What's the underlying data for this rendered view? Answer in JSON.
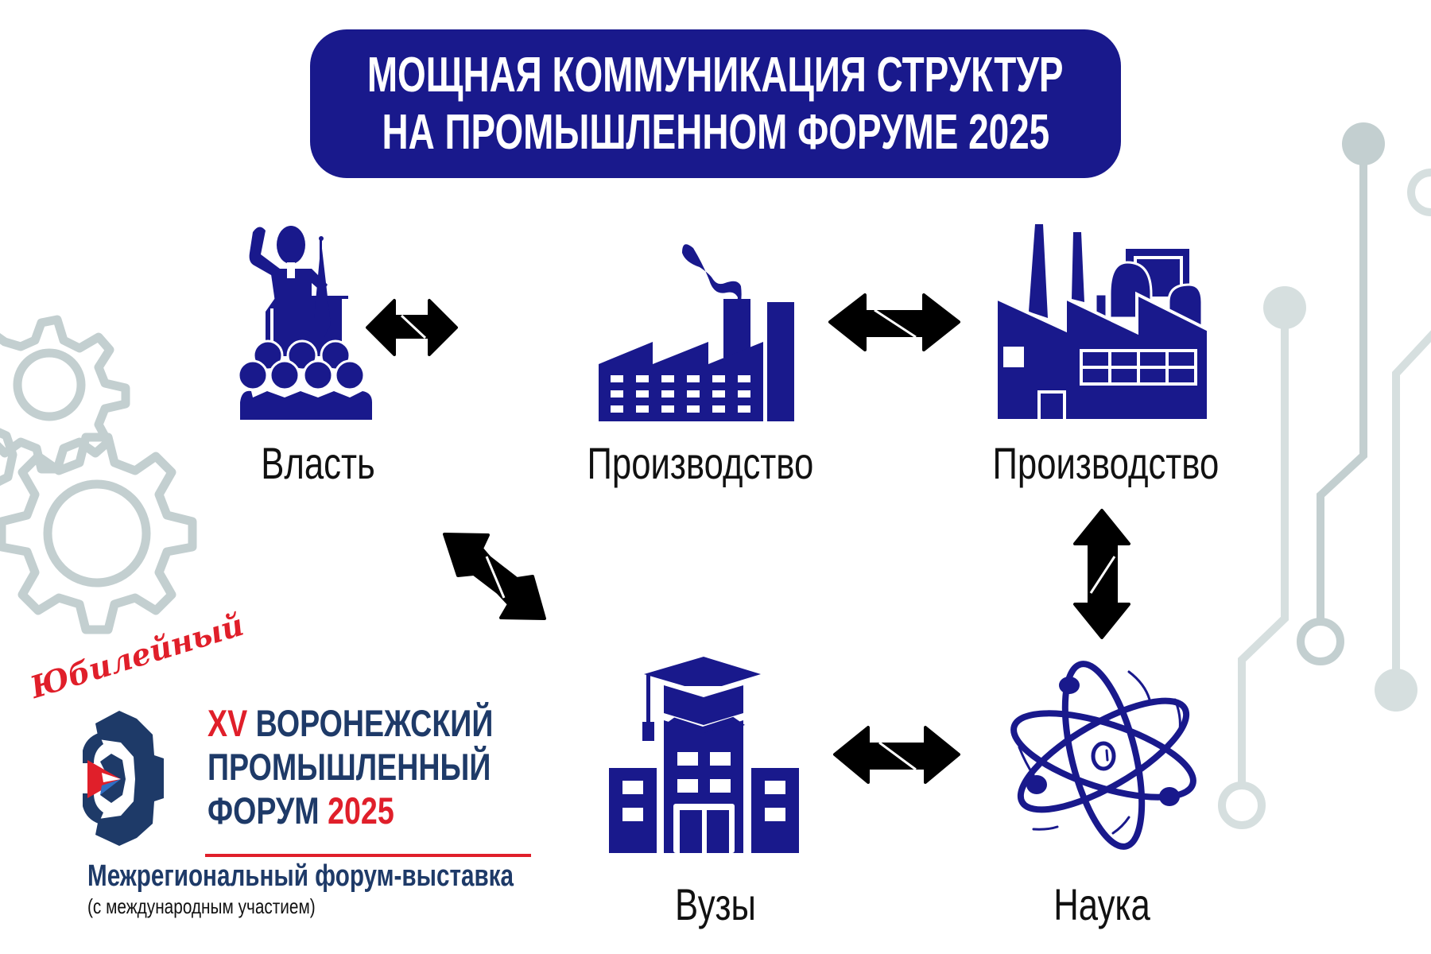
{
  "title": {
    "line1": "МОЩНАЯ КОММУНИКАЦИЯ СТРУКТУР",
    "line2": "НА ПРОМЫШЛЕННОМ ФОРУМЕ 2025"
  },
  "nodes": [
    {
      "id": "vlast",
      "label": "Власть",
      "icon": "politician-podium-crowd-icon"
    },
    {
      "id": "proizvodstvo_1",
      "label": "Производство",
      "icon": "factory-smoke-icon"
    },
    {
      "id": "proizvodstvo_2",
      "label": "Производство",
      "icon": "industrial-plant-icon"
    },
    {
      "id": "vuzy",
      "label": "Вузы",
      "icon": "university-building-graduation-cap-icon"
    },
    {
      "id": "nauka",
      "label": "Наука",
      "icon": "atom-icon"
    }
  ],
  "connections": [
    {
      "from": "vlast",
      "to": "proizvodstvo_1",
      "type": "bidirectional"
    },
    {
      "from": "proizvodstvo_1",
      "to": "proizvodstvo_2",
      "type": "bidirectional"
    },
    {
      "from": "proizvodstvo_2",
      "to": "nauka",
      "type": "bidirectional"
    },
    {
      "from": "vlast",
      "to": "vuzy",
      "type": "bidirectional"
    },
    {
      "from": "vuzy",
      "to": "nauka",
      "type": "bidirectional"
    }
  ],
  "logo": {
    "script": "Юбилейный",
    "line1_red": "XV",
    "line1_blue": "ВОРОНЕЖСКИЙ",
    "line2": "ПРОМЫШЛЕННЫЙ",
    "line3_blue": "ФОРУМ",
    "line3_red": "2025",
    "subtitle": "Межрегиональный форум-выставка",
    "note": "(с международным участием)"
  },
  "colors": {
    "title_bg": "#19198c",
    "icon_blue": "#19198c",
    "arrow": "#000000",
    "logo_navy": "#1e3a68",
    "logo_red": "#e01f2a",
    "decor_gray": "#c3cfd0",
    "decor_gray_light": "#d6dfdf"
  }
}
